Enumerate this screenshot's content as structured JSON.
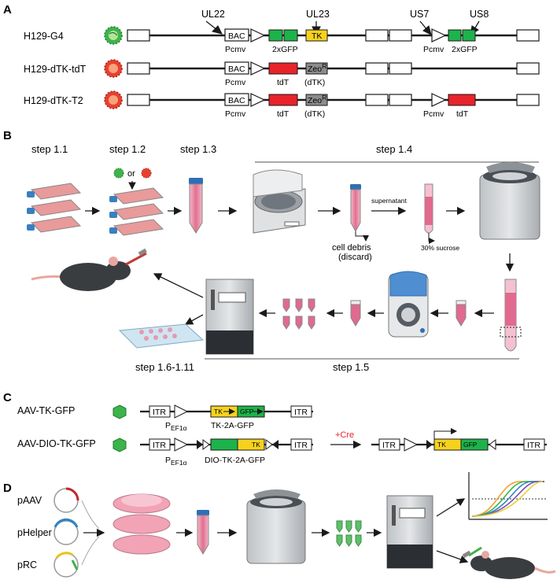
{
  "panels": [
    "A",
    "B",
    "C",
    "D"
  ],
  "panel_a": {
    "constructs": [
      {
        "name": "H129-G4",
        "virus_color": "#3cb44b"
      },
      {
        "name": "H129-dTK-tdT",
        "virus_color": "#e84030"
      },
      {
        "name": "H129-dTK-T2",
        "virus_color": "#e84030"
      }
    ],
    "loci": [
      "UL22",
      "UL23",
      "US7",
      "US8"
    ],
    "bac": "BAC",
    "pcmv": "Pcmv",
    "gfp2": "2xGFP",
    "tk": "TK",
    "tdt": "tdT",
    "zeo": "Zeo",
    "zeo_sup": "R",
    "dtk": "(dTK)",
    "colors": {
      "gfp": "#1db34a",
      "tk": "#f6d21e",
      "tdt": "#e8232a",
      "zeo": "#8c8c8c"
    }
  },
  "panel_b": {
    "steps": [
      "step 1.1",
      "step 1.2",
      "step 1.3",
      "step 1.4",
      "step 1.5",
      "step 1.6-1.11"
    ],
    "or": "or",
    "supernatant": "supernatant",
    "cell_debris": "cell debris",
    "discard": "(discard)",
    "sucrose": "30% sucrose"
  },
  "panel_c": {
    "aav1": "AAV-TK-GFP",
    "aav2": "AAV-DIO-TK-GFP",
    "itr": "ITR",
    "promoter": "P",
    "promoter_sub": "EF1α",
    "cassette1": "TK-2A-GFP",
    "cassette2": "DIO-TK-2A-GFP",
    "cre": "+Cre",
    "tk": "TK",
    "gfp": "GFP",
    "cre_color": "#e8232a"
  },
  "panel_d": {
    "plasmids": [
      {
        "name": "pAAV",
        "color": "#c0272d"
      },
      {
        "name": "pHelper",
        "color": "#2e84c6"
      },
      {
        "name": "pRC",
        "color": "#e9c21c"
      }
    ],
    "curve_colors": [
      "#f0a030",
      "#3fb24b",
      "#2e84c6",
      "#7b4fb0",
      "#e4d23a",
      "#1a1a1a"
    ]
  }
}
